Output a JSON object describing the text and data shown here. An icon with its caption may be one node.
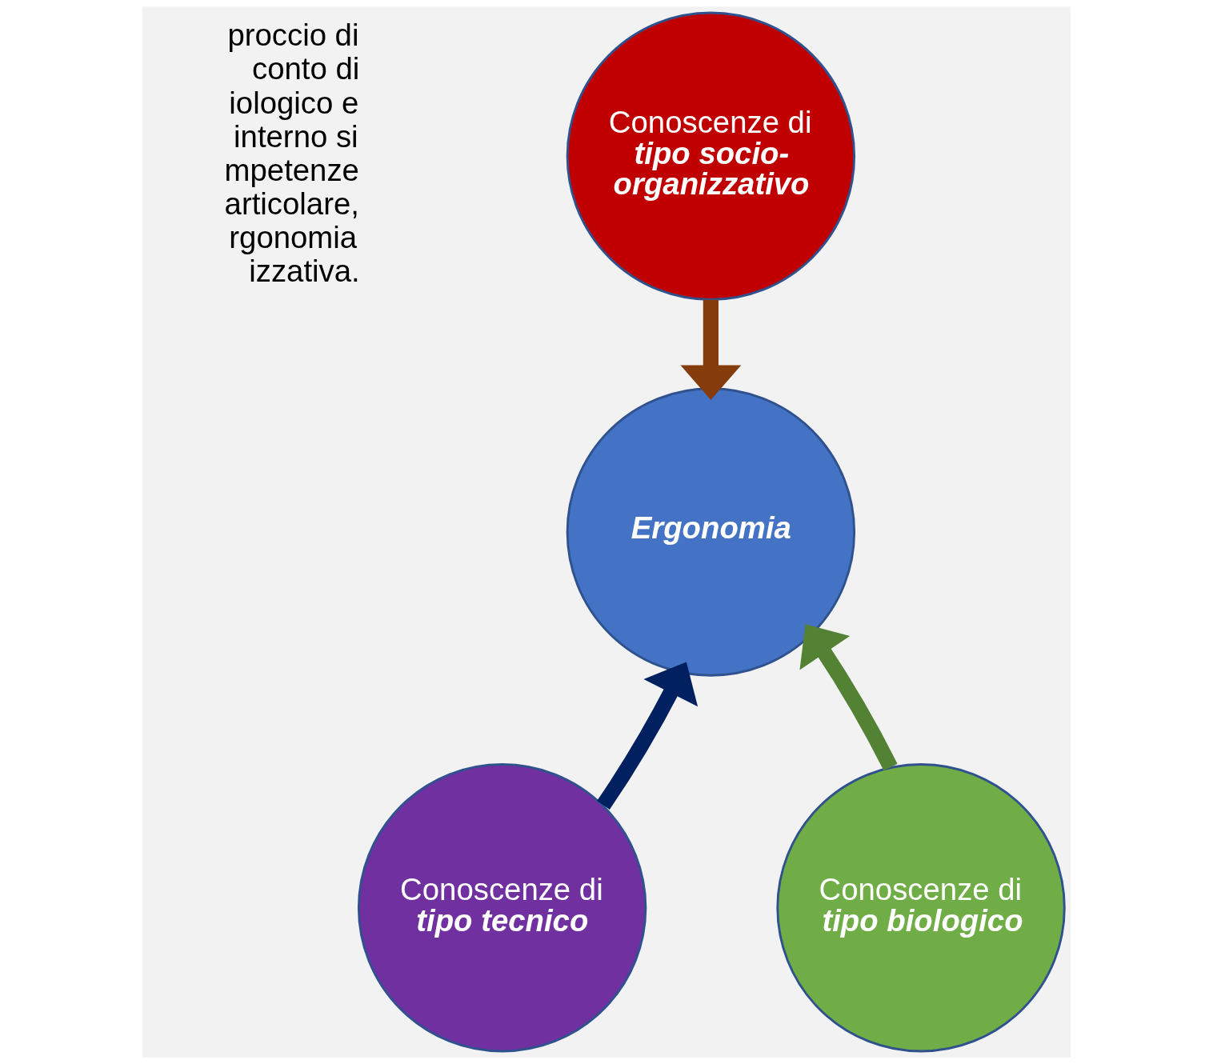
{
  "diagram": {
    "nodes": [
      {
        "text": [
          "Conoscenze di",
          "tipo socio-organizzativo"
        ]
      },
      {
        "text": [
          "Ergonomia"
        ]
      },
      {
        "text": [
          "Conoscenze di",
          "tipo tecnico"
        ]
      },
      {
        "text": [
          "Conoscenze di",
          "tipo biologico"
        ]
      }
    ],
    "edges": [
      {
        "from": 0,
        "to": 1,
        "arrow": "to",
        "color": "#843c0c"
      },
      {
        "from": 2,
        "to": 1,
        "arrow": "to",
        "color": "#002060"
      },
      {
        "from": 3,
        "to": 1,
        "arrow": "to",
        "color": "#548235"
      }
    ],
    "labels": [
      "proccio di conto di iologico e interno si mpetenze articolare, rgonomia izzativa."
    ]
  }
}
